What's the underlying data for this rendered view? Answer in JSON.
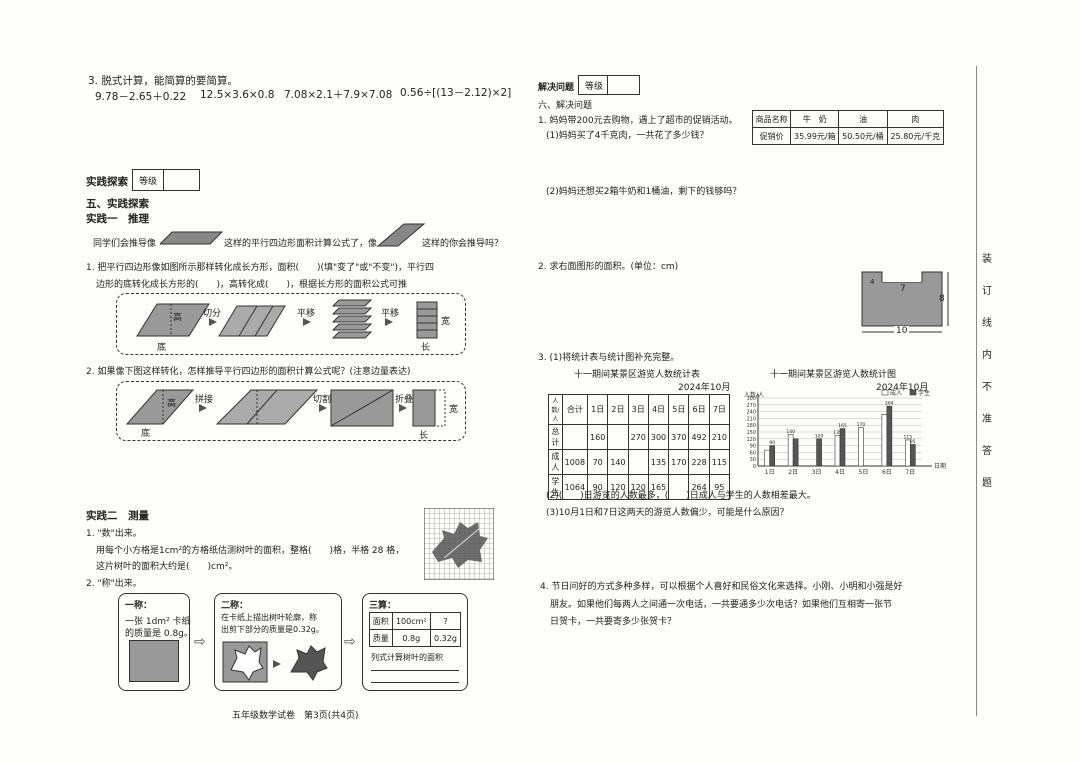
{
  "left": {
    "q3_title": "3. 脱式计算，能简算的要简算。",
    "q3_exprs": [
      "9.78－2.65＋0.22",
      "12.5×3.6×0.8",
      "7.08×2.1＋7.9×7.08",
      "0.56÷[(13－2.12)×2]"
    ],
    "section_box_label": "实践探索",
    "grade_label": "等级",
    "section_title": "五、实践探索",
    "practice1_title": "实践一　推理",
    "practice1_intro_a": "同学们会推导像",
    "practice1_intro_b": "这样的平行四边形面积计算公式了，像",
    "practice1_intro_c": "这样的你会推导吗？",
    "q1_line1": "1. 把平行四边形像如图所示那样转化成长方形，面积(　　)(填\"变了\"或\"不变\")，平行四",
    "q1_line2": "边形的底转化成长方形的(　　)，高转化成(　　)，根据长方形的面积公式可推",
    "fig1_labels": {
      "height": "高",
      "base": "底",
      "cut": "切分",
      "move": "平移",
      "arrange": "平移",
      "width": "宽",
      "length": "长"
    },
    "q2_line": "2. 如果像下图这样转化，怎样推导平行四边形的面积计算公式呢？(注意边量表达)",
    "fig2_labels": {
      "height": "高",
      "base": "底",
      "extend": "拼接",
      "cut": "切割",
      "fold": "折叠",
      "width": "宽",
      "length": "长"
    },
    "practice2_title": "实践二　测量",
    "m1_title": "1. \"数\"出来。",
    "m1_line1": "用每个小方格是1cm²的方格纸估测树叶的面积，整格(　　)格，半格 28 格，",
    "m1_line2": "这片树叶的面积大约是(　　)cm²。",
    "m2_title": "2. \"称\"出来。",
    "step1_title": "一称：",
    "step1_text1": "一张 1dm² 卡纸",
    "step1_text2": "的质量是 0.8g。",
    "step2_title": "二称：",
    "step2_text1": "在卡纸上描出树叶轮廓，称",
    "step2_text2": "出剪下部分的质量是0.32g。",
    "step3_title": "三算：",
    "step3_table": {
      "rows": [
        [
          "面积",
          "100cm²",
          "?"
        ],
        [
          "质量",
          "0.8g",
          "0.32g"
        ]
      ]
    },
    "step3_note": "列式计算树叶的面积",
    "footer": "五年级数学试卷　第3页(共4页)"
  },
  "right": {
    "section_box_label": "解决问题",
    "grade_label": "等级",
    "section_title": "六、解决问题",
    "p1_line": "1. 妈妈带200元去购物，遇上了超市的促销活动。",
    "p1_q1": "(1)妈妈买了4千克肉，一共花了多少钱？",
    "p1_q2": "(2)妈妈还想买2箱牛奶和1桶油，剩下的钱够吗？",
    "price_table": {
      "header": [
        "商品名称",
        "牛　奶",
        "油",
        "肉"
      ],
      "row": [
        "促销价",
        "35.99元/箱",
        "50.50元/桶",
        "25.80元/千克"
      ]
    },
    "p2_line": "2. 求右面图形的面积。(单位：cm)",
    "fig3_labels": {
      "inner": "7",
      "top": "4",
      "side": "8",
      "bottom": "10"
    },
    "p3_line": "3. (1)将统计表与统计图补充完整。",
    "stat_table_title": "十一期间某景区游览人数统计表",
    "stat_table_date": "2024年10月",
    "stat_table": {
      "corner": "人数/人",
      "header": [
        "合计",
        "1日",
        "2日",
        "3日",
        "4日",
        "5日",
        "6日",
        "7日"
      ],
      "rows": [
        [
          "总计",
          "",
          "160",
          "",
          "270",
          "300",
          "370",
          "492",
          "210"
        ],
        [
          "成人",
          "1008",
          "70",
          "140",
          "",
          "135",
          "170",
          "228",
          "115"
        ],
        [
          "学生",
          "1064",
          "90",
          "120",
          "120",
          "165",
          "",
          "264",
          "95"
        ]
      ]
    },
    "p3_q2": "(2)(　　)日游览的人数最多，(　　)日成人与学生的人数相差最大。",
    "p3_q3": "(3)10月1日和7日这两天的游览人数偏少，可能是什么原因？",
    "p4_line1": "4. 节日问好的方式多种多样，可以根据个人喜好和民俗文化来选择。小刚、小明和小强是好",
    "p4_line2": "朋友。如果他们每两人之间通一次电话，一共要通多少次电话？如果他们互相寄一张节",
    "p4_line3": "日贺卡，一共要寄多少张贺卡？",
    "margin_text": [
      "装",
      "订",
      "线",
      "内",
      "不",
      "准",
      "答",
      "题"
    ]
  },
  "chart_data": {
    "type": "bar",
    "title": "十一期间某景区游览人数统计图",
    "subtitle": "2024年10月",
    "ylabel": "人数/人",
    "xlabel": "日期",
    "categories": [
      "1日",
      "2日",
      "3日",
      "4日",
      "5日",
      "6日",
      "7日"
    ],
    "ylim": [
      0,
      300
    ],
    "yticks": [
      0,
      30,
      60,
      90,
      120,
      150,
      180,
      210,
      240,
      270,
      300
    ],
    "series": [
      {
        "name": "成人",
        "values": [
          70,
          140,
          0,
          135,
          170,
          228,
          115
        ],
        "color": "#ffffff"
      },
      {
        "name": "学生",
        "values": [
          90,
          120,
          120,
          165,
          0,
          264,
          95
        ],
        "color": "#555555"
      }
    ],
    "data_labels": {
      "成人": [
        "",
        "140",
        "",
        "135",
        "170",
        "",
        "115"
      ],
      "学生": [
        "90",
        "",
        "120",
        "165",
        "",
        "264",
        "95"
      ]
    },
    "legend": "top-right",
    "grid": true
  }
}
